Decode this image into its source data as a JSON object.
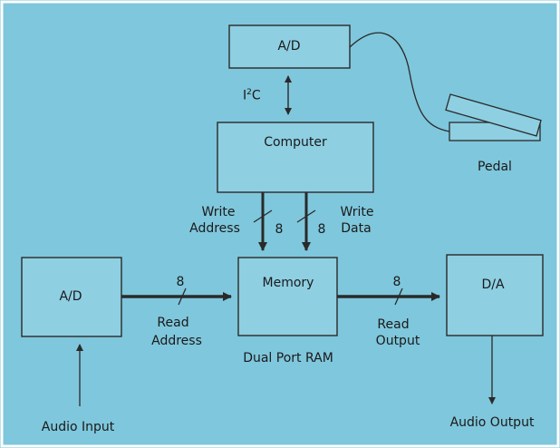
{
  "blocks": {
    "top_ad": "A/D",
    "computer": "Computer",
    "memory": "Memory",
    "left_ad": "A/D",
    "da": "D/A"
  },
  "labels": {
    "i2c_base": "I",
    "i2c_sup": "2",
    "i2c_tail": "C",
    "pedal": "Pedal",
    "write_address_1": "Write",
    "write_address_2": "Address",
    "write_data_1": "Write",
    "write_data_2": "Data",
    "bus_width_addr": "8",
    "bus_width_data": "8",
    "bus_width_read_addr": "8",
    "bus_width_read_out": "8",
    "read_address_1": "Read",
    "read_address_2": "Address",
    "read_output_1": "Read",
    "read_output_2": "Output",
    "dual_port_ram": "Dual Port RAM",
    "audio_input": "Audio Input",
    "audio_output": "Audio Output"
  },
  "colors": {
    "background": "#7fc7dc",
    "box_fill": "#8ecfe2",
    "line": "#2a2a2a",
    "border": "#ffffff"
  }
}
